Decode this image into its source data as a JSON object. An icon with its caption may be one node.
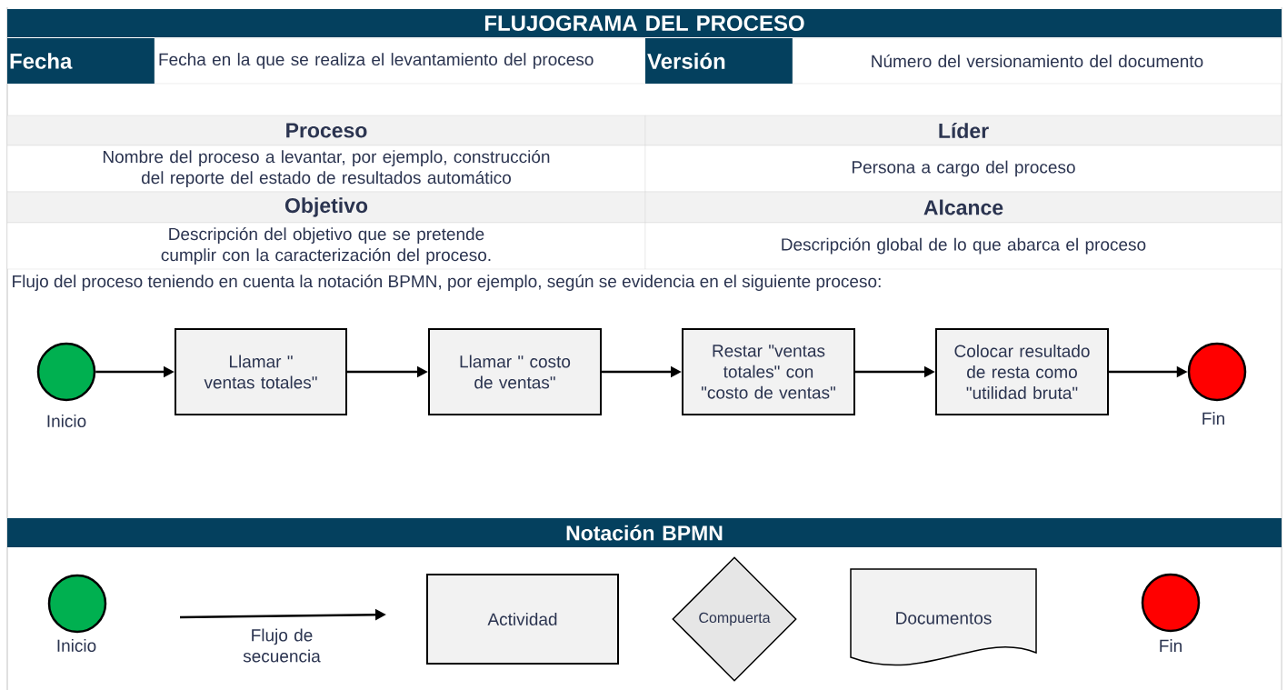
{
  "diagram": {
    "nodes": [
      {
        "text": [
          "FLUJOGRAMA DEL PROCESO"
        ]
      },
      {
        "text": [
          "Fecha"
        ]
      },
      {
        "text": [
          "Fecha en la que se realiza el levantamiento del proceso"
        ]
      },
      {
        "text": [
          "Versión"
        ]
      },
      {
        "text": [
          "Número del versionamiento del documento"
        ]
      },
      {
        "text": [
          "Proceso"
        ]
      },
      {
        "text": [
          "Líder"
        ]
      },
      {
        "text": [
          "Nombre del proceso a levantar, por ejemplo, construcción del reporte del estado de resultados automático"
        ]
      },
      {
        "text": [
          "Persona a cargo del proceso"
        ]
      },
      {
        "text": [
          "Objetivo"
        ]
      },
      {
        "text": [
          "Alcance"
        ]
      },
      {
        "text": [
          "Descripción del objetivo que se pretende cumplir con la caracterización del proceso."
        ]
      },
      {
        "text": [
          "Descripción global de lo que abarca el proceso"
        ]
      },
      {
        "text": [],
        "shape": "circle",
        "beside": [
          "Inicio"
        ]
      },
      {
        "text": [
          "Llamar \" ventas totales\""
        ]
      },
      {
        "text": [
          "Llamar \" costo de ventas\""
        ]
      },
      {
        "text": [
          "Restar \"ventas totales\" con \"costo de ventas\""
        ]
      },
      {
        "text": [
          "Colocar resultado de resta como \"utilidad bruta\""
        ]
      },
      {
        "text": [],
        "shape": "circle",
        "beside": [
          "Fin"
        ]
      },
      {
        "text": [
          "Notación BPMN"
        ]
      },
      {
        "text": [],
        "shape": "circle",
        "beside": [
          "Inicio"
        ]
      },
      {
        "text": [
          "Actividad"
        ]
      },
      {
        "text": [
          "Compuerta"
        ]
      },
      {
        "text": [
          "Documentos"
        ]
      },
      {
        "text": [],
        "shape": "circle",
        "beside": [
          "Fin"
        ]
      }
    ],
    "edges": [
      {
        "from": 13,
        "to": 14,
        "arrow": "to"
      },
      {
        "from": 14,
        "to": 15,
        "arrow": "to"
      },
      {
        "from": 15,
        "to": 16,
        "arrow": "to"
      },
      {
        "from": 16,
        "to": 17,
        "arrow": "to"
      },
      {
        "from": 17,
        "to": 18,
        "arrow": "to"
      }
    ],
    "labels": [
      "Flujo del proceso teniendo en cuenta la notación BPMN, por ejemplo, según se evidencia en el siguiente proceso:",
      "Flujo de secuencia"
    ]
  }
}
